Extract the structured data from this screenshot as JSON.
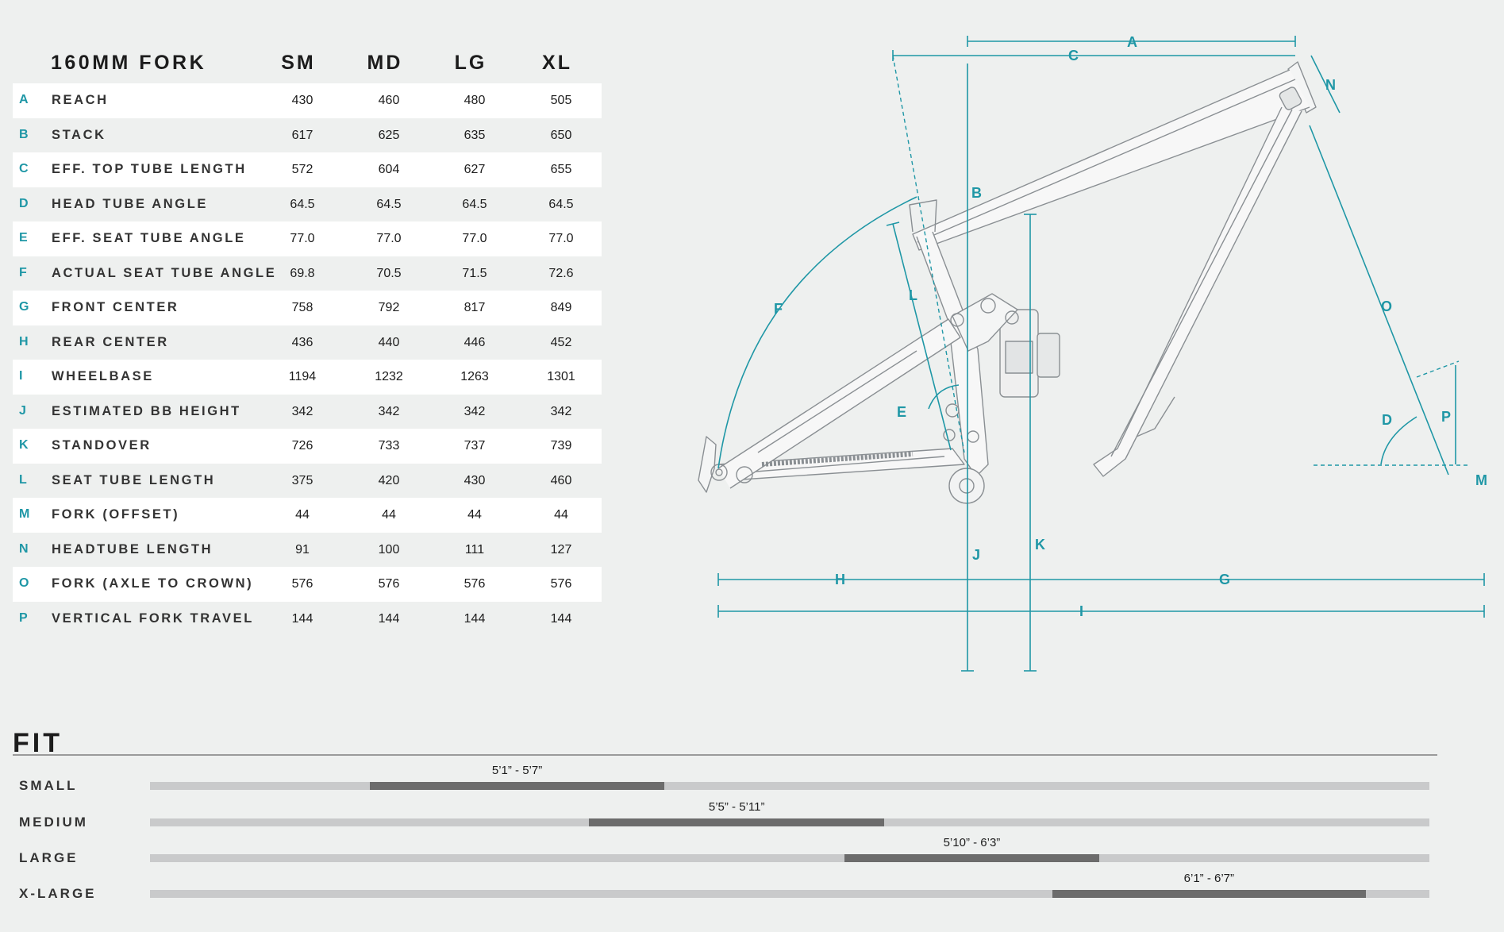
{
  "table": {
    "title": "160MM FORK",
    "sizes": [
      "SM",
      "MD",
      "LG",
      "XL"
    ],
    "rows": [
      {
        "letter": "A",
        "label": "REACH",
        "values": [
          "430",
          "460",
          "480",
          "505"
        ]
      },
      {
        "letter": "B",
        "label": "STACK",
        "values": [
          "617",
          "625",
          "635",
          "650"
        ]
      },
      {
        "letter": "C",
        "label": "EFF. TOP TUBE LENGTH",
        "values": [
          "572",
          "604",
          "627",
          "655"
        ]
      },
      {
        "letter": "D",
        "label": "HEAD TUBE ANGLE",
        "values": [
          "64.5",
          "64.5",
          "64.5",
          "64.5"
        ]
      },
      {
        "letter": "E",
        "label": "EFF. SEAT TUBE ANGLE",
        "values": [
          "77.0",
          "77.0",
          "77.0",
          "77.0"
        ]
      },
      {
        "letter": "F",
        "label": "ACTUAL SEAT TUBE ANGLE",
        "values": [
          "69.8",
          "70.5",
          "71.5",
          "72.6"
        ]
      },
      {
        "letter": "G",
        "label": "FRONT CENTER",
        "values": [
          "758",
          "792",
          "817",
          "849"
        ]
      },
      {
        "letter": "H",
        "label": "REAR CENTER",
        "values": [
          "436",
          "440",
          "446",
          "452"
        ]
      },
      {
        "letter": "I",
        "label": "WHEELBASE",
        "values": [
          "1194",
          "1232",
          "1263",
          "1301"
        ]
      },
      {
        "letter": "J",
        "label": "ESTIMATED BB HEIGHT",
        "values": [
          "342",
          "342",
          "342",
          "342"
        ]
      },
      {
        "letter": "K",
        "label": "STANDOVER",
        "values": [
          "726",
          "733",
          "737",
          "739"
        ]
      },
      {
        "letter": "L",
        "label": "SEAT TUBE LENGTH",
        "values": [
          "375",
          "420",
          "430",
          "460"
        ]
      },
      {
        "letter": "M",
        "label": "FORK (OFFSET)",
        "values": [
          "44",
          "44",
          "44",
          "44"
        ]
      },
      {
        "letter": "N",
        "label": "HEADTUBE LENGTH",
        "values": [
          "91",
          "100",
          "111",
          "127"
        ]
      },
      {
        "letter": "O",
        "label": "FORK (AXLE TO CROWN)",
        "values": [
          "576",
          "576",
          "576",
          "576"
        ]
      },
      {
        "letter": "P",
        "label": "VERTICAL FORK TRAVEL",
        "values": [
          "144",
          "144",
          "144",
          "144"
        ]
      }
    ]
  },
  "diagram": {
    "accent_color": "#1f97a6",
    "frame_color": "#8a8f93",
    "labels": [
      "A",
      "B",
      "C",
      "D",
      "E",
      "F",
      "G",
      "H",
      "I",
      "J",
      "K",
      "L",
      "M",
      "N",
      "O",
      "P"
    ]
  },
  "fit": {
    "title": "FIT",
    "rows": [
      {
        "label": "SMALL",
        "range": "5’1” - 5’7”",
        "start": 0.1716,
        "end": 0.4023
      },
      {
        "label": "MEDIUM",
        "range": "5’5” - 5’11”",
        "start": 0.3432,
        "end": 0.5739
      },
      {
        "label": "LARGE",
        "range": "5’10” - 6’3”",
        "start": 0.5428,
        "end": 0.7419
      },
      {
        "label": "X-LARGE",
        "range": "6’1” - 6’7”",
        "start": 0.7051,
        "end": 0.9504
      }
    ]
  }
}
